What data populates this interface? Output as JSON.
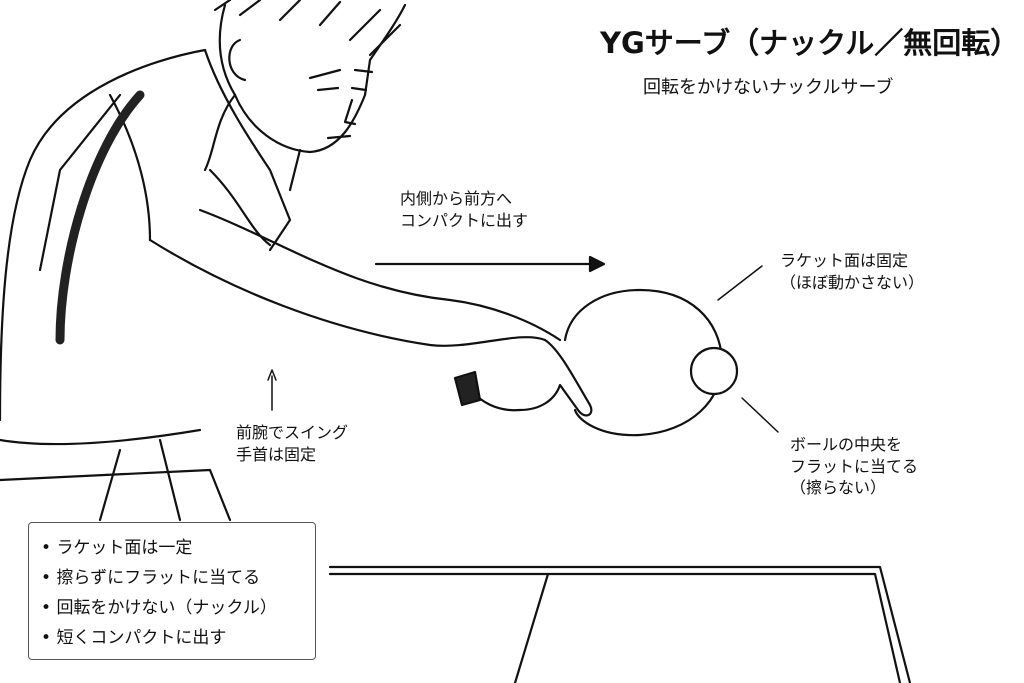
{
  "title": "YGサーブ（ナックル／無回転）",
  "subtitle": "回転をかけないナックルサーブ",
  "annotations": {
    "motion": [
      "内側から前方へ",
      "コンパクトに出す"
    ],
    "racket_face": [
      "ラケット面は固定",
      "（ほぼ動かさない）"
    ],
    "contact": [
      "ボールの中央を",
      "フラットに当てる",
      "（擦らない）"
    ],
    "forearm": [
      "前腕でスイング",
      "手首は固定"
    ]
  },
  "key_points": [
    "ラケット面は一定",
    "擦らずにフラットに当てる",
    "回転をかけない（ナックル）",
    "短くコンパクトに出す"
  ],
  "colors": {
    "line": "#111111",
    "background": "#ffffff",
    "box_border": "#555555"
  }
}
